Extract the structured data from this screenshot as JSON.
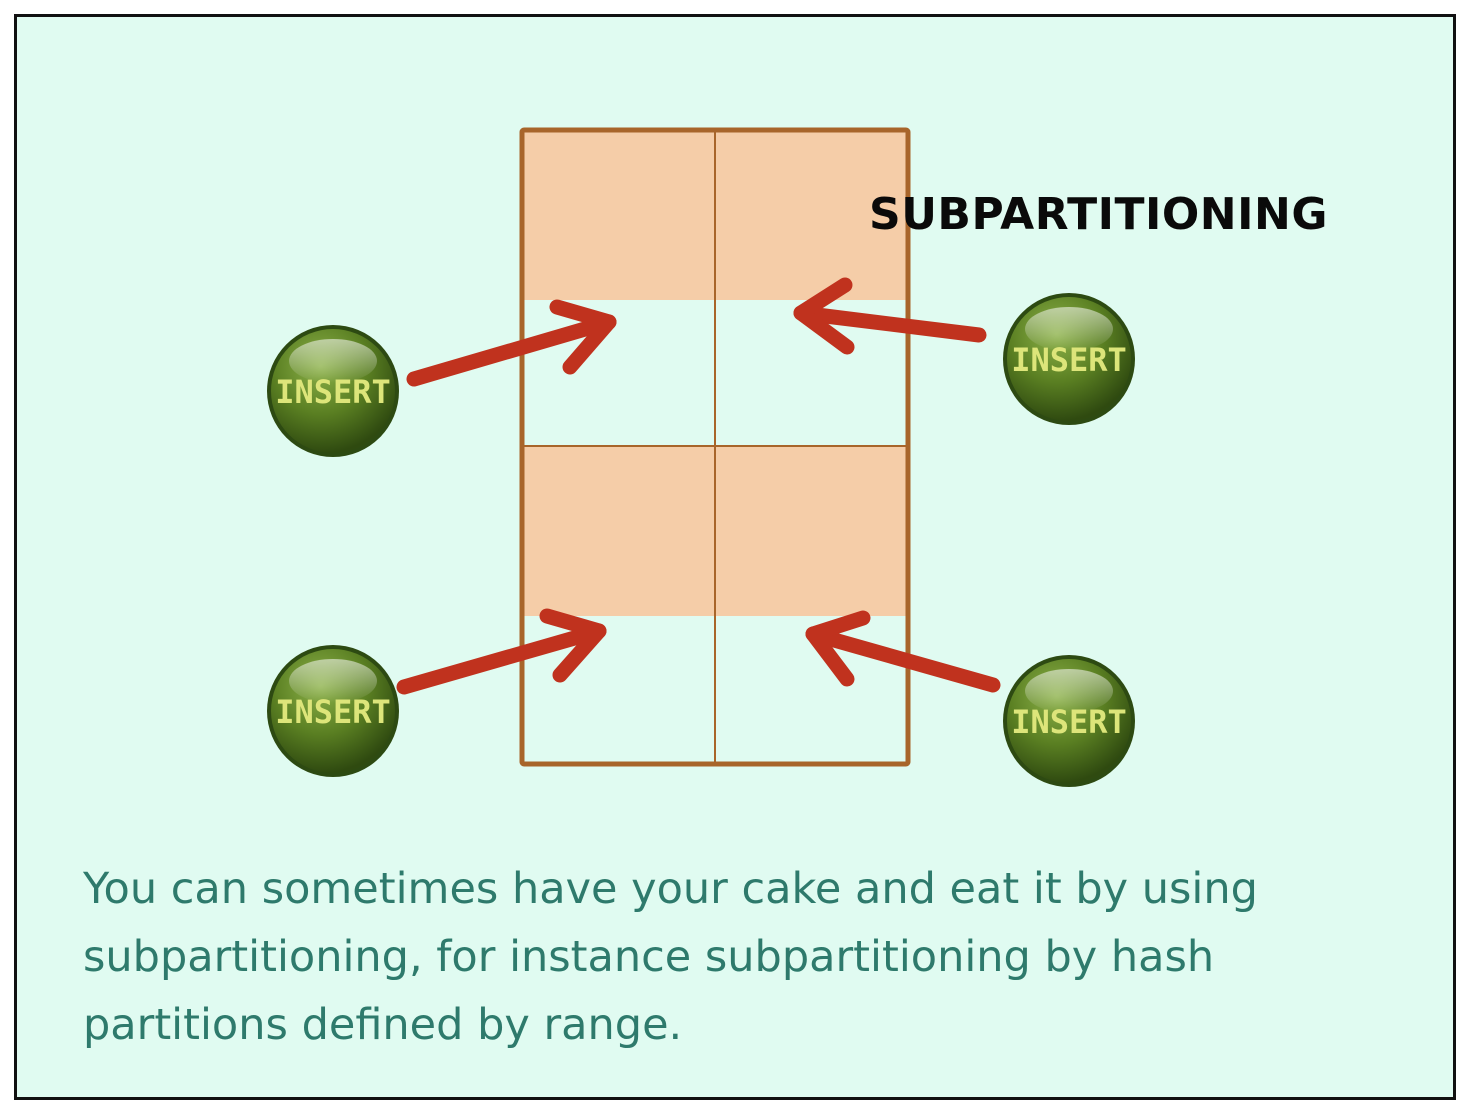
{
  "title": "SUBPARTITIONING",
  "caption": [
    "You can sometimes have your cake and eat it by using",
    "subpartitioning, for instance subpartitioning by hash",
    "partitions defined by range."
  ],
  "insert_buttons": [
    {
      "label": "INSERT"
    },
    {
      "label": "INSERT"
    },
    {
      "label": "INSERT"
    },
    {
      "label": "INSERT"
    }
  ],
  "colors": {
    "background": "#e0fbf1",
    "partition_fill": "#f5cda8",
    "partition_border": "#a8652a",
    "arrow": "#c0321e",
    "button_green": "#5a7f22",
    "button_text": "#dde57a",
    "caption_text": "#2e7a6c"
  },
  "icons": {
    "insert_button": "insert-button-icon",
    "arrow": "arrow-icon"
  }
}
